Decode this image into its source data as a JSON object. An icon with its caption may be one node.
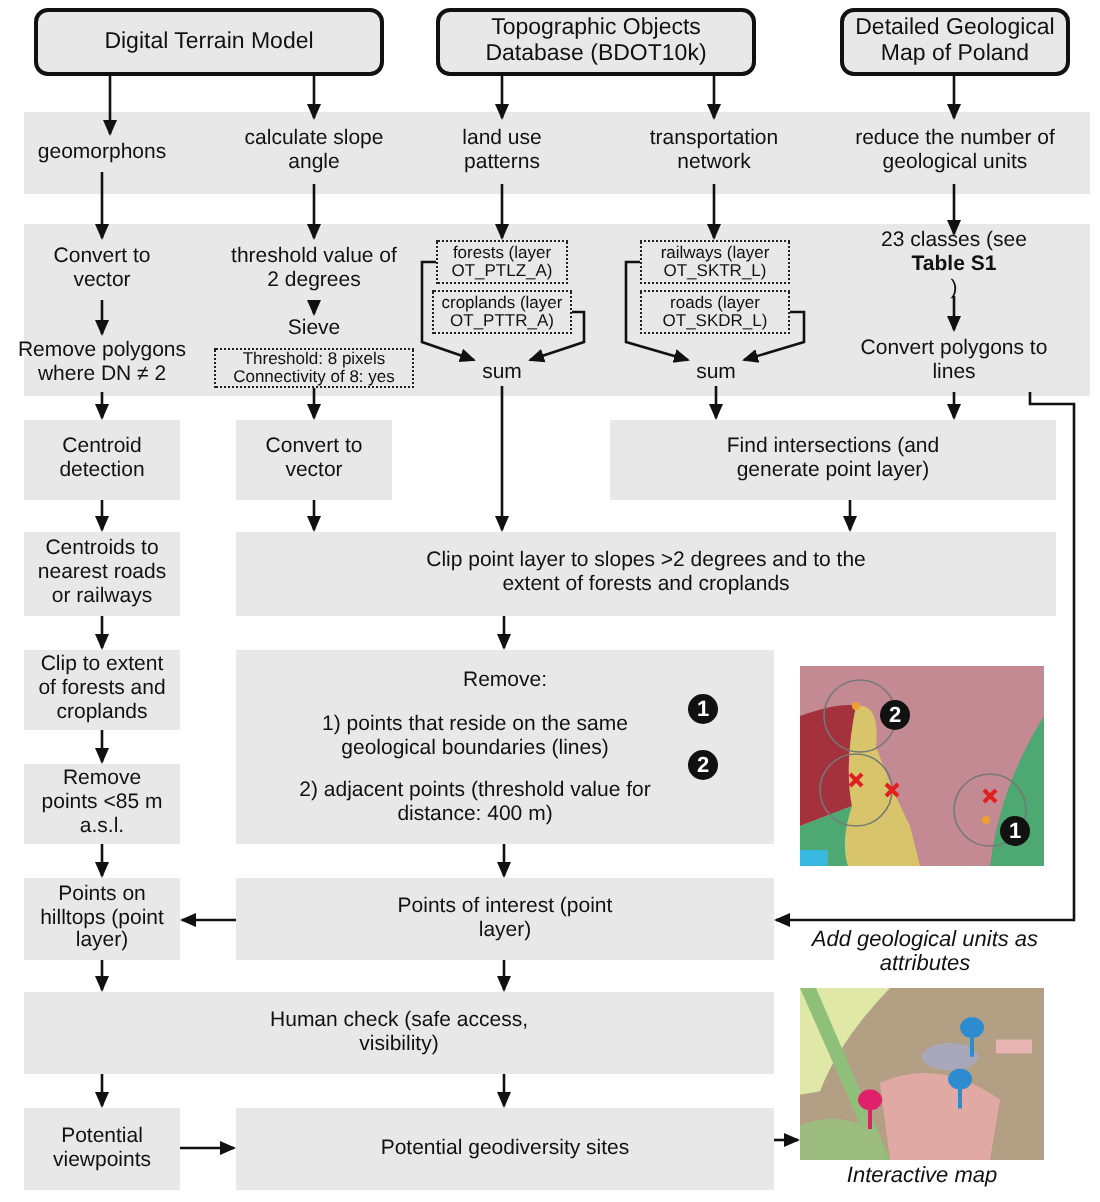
{
  "diagram": {
    "nodes": [
      {
        "text": [
          "Digital Terrain Model"
        ]
      },
      {
        "text": [
          "Topographic Objects Database (BDOT10k)"
        ]
      },
      {
        "text": [
          "Detailed Geological Map of Poland"
        ]
      },
      {
        "text": [
          "geomorphons"
        ]
      },
      {
        "text": [
          "calculate slope angle"
        ]
      },
      {
        "text": [
          "land use patterns"
        ]
      },
      {
        "text": [
          "transportation network"
        ]
      },
      {
        "text": [
          "reduce the number of geological units"
        ]
      },
      {
        "text": [
          "Convert to vector"
        ]
      },
      {
        "text": [
          "Remove polygons where DN ≠ 2"
        ]
      },
      {
        "text": [
          "threshold value of 2 degrees"
        ]
      },
      {
        "text": [
          "Sieve"
        ]
      },
      {
        "text": [
          "Threshold: 8 pixels Connectivity of 8: yes"
        ]
      },
      {
        "text": [
          "forests (layer OT_PTLZ_A)"
        ]
      },
      {
        "text": [
          "croplands (layer OT_PTTR_A)"
        ]
      },
      {
        "text": [
          "sum"
        ]
      },
      {
        "text": [
          "railways (layer OT_SKTR_L)"
        ]
      },
      {
        "text": [
          "roads (layer OT_SKDR_L)"
        ]
      },
      {
        "text": [
          "sum"
        ]
      },
      {
        "text": [
          "23 classes (see **Table S1**)"
        ]
      },
      {
        "text": [
          "Convert polygons to lines"
        ]
      },
      {
        "text": [
          "Centroid detection"
        ]
      },
      {
        "text": [
          "Convert to vector"
        ]
      },
      {
        "text": [
          "Find intersections (and generate point layer)"
        ]
      },
      {
        "text": [
          "Centroids to nearest roads or railways"
        ]
      },
      {
        "text": [
          "Clip point layer to slopes >2 degrees and to the extent of forests and croplands"
        ]
      },
      {
        "text": [
          "Clip to extent of forests and croplands"
        ]
      },
      {
        "text": [
          "Remove:",
          "1) points that reside on the same geological boundaries (lines)",
          "2) adjacent points (threshold value for distance: 400 m)"
        ]
      },
      {
        "text": [],
        "shape": "picture"
      },
      {
        "text": [
          "Remove points <85 m a.s.l."
        ]
      },
      {
        "text": [
          "Points on hilltops (point layer)"
        ]
      },
      {
        "text": [
          "Points of interest (point layer)"
        ]
      },
      {
        "text": [
          "Human check (safe access, visibility)"
        ]
      },
      {
        "text": [
          "Potential viewpoints"
        ]
      },
      {
        "text": [
          "Potential geodiversity sites"
        ]
      },
      {
        "text": [],
        "shape": "picture",
        "beside": [
          "Interactive map"
        ]
      }
    ],
    "edges": [
      {
        "from": 0,
        "to": 3,
        "arrow": "to"
      },
      {
        "from": 0,
        "to": 4,
        "arrow": "to"
      },
      {
        "from": 1,
        "to": 5,
        "arrow": "to"
      },
      {
        "from": 1,
        "to": 6,
        "arrow": "to"
      },
      {
        "from": 2,
        "to": 7,
        "arrow": "to"
      },
      {
        "from": 3,
        "to": 8,
        "arrow": "to"
      },
      {
        "from": 4,
        "to": 10,
        "arrow": "to"
      },
      {
        "from": 5,
        "to": 13,
        "arrow": "to"
      },
      {
        "from": 6,
        "to": 16,
        "arrow": "to"
      },
      {
        "from": 7,
        "to": 19,
        "arrow": "to"
      },
      {
        "from": 8,
        "to": 9,
        "arrow": "to"
      },
      {
        "from": 10,
        "to": 11,
        "arrow": "to"
      },
      {
        "from": 13,
        "to": 15,
        "arrow": "to"
      },
      {
        "from": 14,
        "to": 15,
        "arrow": "to"
      },
      {
        "from": 16,
        "to": 18,
        "arrow": "to"
      },
      {
        "from": 17,
        "to": 18,
        "arrow": "to"
      },
      {
        "from": 19,
        "to": 20,
        "arrow": "to"
      },
      {
        "from": 9,
        "to": 21,
        "arrow": "to"
      },
      {
        "from": 12,
        "to": 22,
        "arrow": "to"
      },
      {
        "from": 15,
        "to": 25,
        "arrow": "to"
      },
      {
        "from": 18,
        "to": 23,
        "arrow": "to"
      },
      {
        "from": 20,
        "to": 23,
        "arrow": "to"
      },
      {
        "from": 20,
        "to": 31,
        "arrow": "to",
        "label": "Add geological units as attributes"
      },
      {
        "from": 21,
        "to": 24,
        "arrow": "to"
      },
      {
        "from": 22,
        "to": 25,
        "arrow": "to"
      },
      {
        "from": 23,
        "to": 25,
        "arrow": "to"
      },
      {
        "from": 24,
        "to": 26,
        "arrow": "to"
      },
      {
        "from": 25,
        "to": 27,
        "arrow": "to"
      },
      {
        "from": 26,
        "to": 29,
        "arrow": "to"
      },
      {
        "from": 29,
        "to": 30,
        "arrow": "to"
      },
      {
        "from": 27,
        "to": 31,
        "arrow": "to"
      },
      {
        "from": 31,
        "to": 30,
        "arrow": "to"
      },
      {
        "from": 30,
        "to": 32,
        "arrow": "to"
      },
      {
        "from": 31,
        "to": 32,
        "arrow": "to"
      },
      {
        "from": 32,
        "to": 33,
        "arrow": "to"
      },
      {
        "from": 32,
        "to": 34,
        "arrow": "to"
      },
      {
        "from": 33,
        "to": 34,
        "arrow": "to"
      },
      {
        "from": 34,
        "to": 35,
        "arrow": "to"
      }
    ],
    "labels": [
      "1",
      "2",
      "2",
      "1"
    ]
  }
}
